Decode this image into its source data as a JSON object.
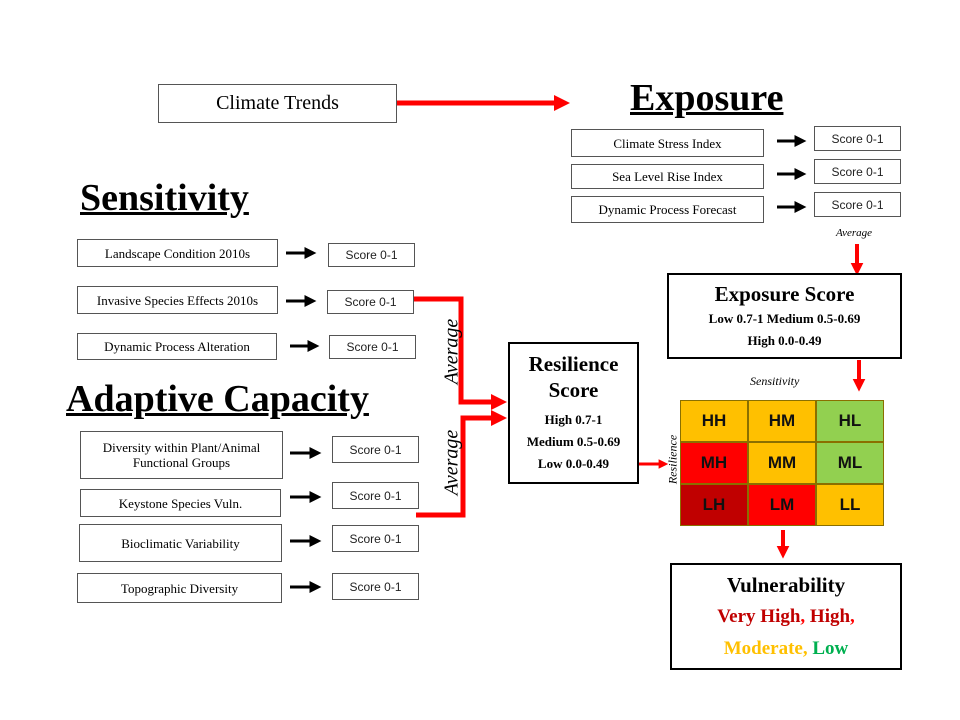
{
  "climate_trends": "Climate Trends",
  "exposure": {
    "heading": "Exposure",
    "inputs": [
      "Climate Stress Index",
      "Sea Level Rise Index",
      "Dynamic Process  Forecast"
    ],
    "scores": [
      "Score 0-1",
      "Score 0-1",
      "Score 0-1"
    ],
    "average_label": "Average"
  },
  "sensitivity": {
    "heading": "Sensitivity",
    "inputs": [
      "Landscape Condition 2010s",
      "Invasive Species Effects 2010s",
      "Dynamic Process Alteration"
    ],
    "scores": [
      "Score 0-1",
      "Score 0-1",
      "Score 0-1"
    ]
  },
  "adaptive_capacity": {
    "heading": "Adaptive Capacity",
    "inputs": [
      "Diversity within Plant/Animal Functional Groups",
      "Keystone Species Vuln.",
      "Bioclimatic Variability",
      "Topographic Diversity"
    ],
    "scores": [
      "Score 0-1",
      "Score 0-1",
      "Score 0-1",
      "Score 0-1"
    ]
  },
  "average_labels": [
    "Average",
    "Average"
  ],
  "resilience": {
    "title_line1": "Resilience",
    "title_line2": "Score",
    "lines": [
      "High 0.7-1",
      "Medium 0.5-0.69",
      "Low 0.0-0.49"
    ]
  },
  "exposure_score": {
    "title": "Exposure Score",
    "line1": "Low 0.7-1 Medium 0.5-0.69",
    "line2": "High 0.0-0.49"
  },
  "matrix": {
    "top_label": "Sensitivity",
    "side_label": "Resilience",
    "rows": [
      [
        {
          "label": "HH",
          "color": "#ffc000"
        },
        {
          "label": "HM",
          "color": "#ffc000"
        },
        {
          "label": "HL",
          "color": "#92d050"
        }
      ],
      [
        {
          "label": "MH",
          "color": "#ff0000"
        },
        {
          "label": "MM",
          "color": "#ffc000"
        },
        {
          "label": "ML",
          "color": "#92d050"
        }
      ],
      [
        {
          "label": "LH",
          "color": "#c00000"
        },
        {
          "label": "LM",
          "color": "#ff0000"
        },
        {
          "label": "LL",
          "color": "#ffc000"
        }
      ]
    ]
  },
  "vulnerability": {
    "title": "Vulnerability",
    "very_high": "Very High",
    "sep1": ", ",
    "high": "High",
    "sep2": ",",
    "moderate": "Moderate",
    "sep3": ", ",
    "low": "Low",
    "colors": {
      "very_high": "#c00000",
      "high": "#c00000",
      "moderate": "#ffc000",
      "low": "#00b050",
      "sep": "#ff0000"
    }
  },
  "colors": {
    "arrow_red": "#ff0000",
    "arrow_black": "#000000"
  }
}
